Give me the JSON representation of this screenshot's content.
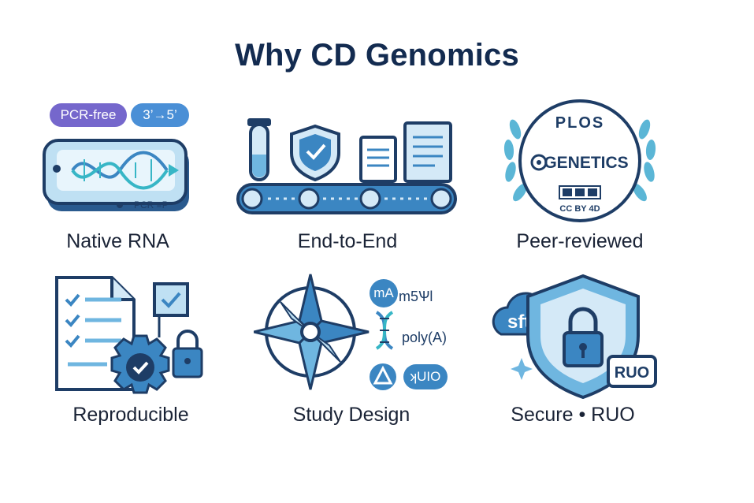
{
  "page": {
    "title": "Why CD Genomics"
  },
  "cards": [
    {
      "label": "Native RNA",
      "badges": [
        "PCR-free",
        "3’→5’"
      ],
      "device_text": "PCR ≡P"
    },
    {
      "label": "End-to-End"
    },
    {
      "label": "Peer-reviewed",
      "seal_top": "PLOS",
      "seal_main": "GENETICS",
      "seal_bottom": "CC BY 4D"
    },
    {
      "label": "Reproducible"
    },
    {
      "label": "Study Design",
      "mods": [
        "mA",
        "m5Ѱl",
        "poly(A)",
        "ʞUIO"
      ]
    },
    {
      "label": "Secure • RUO",
      "cloud_text": "sftp",
      "badge_text": "RUO"
    }
  ],
  "colors": {
    "navy": "#1e3d66",
    "blue": "#3b86c2",
    "light_blue": "#d4e9f7",
    "teal": "#37b6c6",
    "purple": "#6e62c8",
    "leaf": "#5bb6d6"
  }
}
